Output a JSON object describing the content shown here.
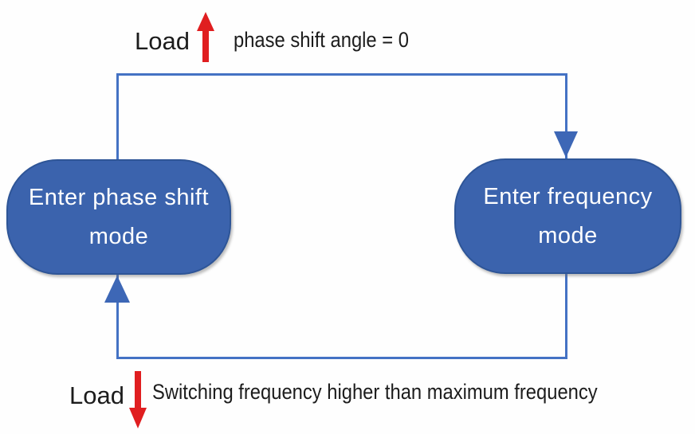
{
  "diagram": {
    "type": "state-transition-loop",
    "nodes": {
      "phase_shift": {
        "label": "Enter phase shift\nmode"
      },
      "frequency": {
        "label": "Enter frequency\nmode"
      }
    },
    "transitions": {
      "top": {
        "from": "phase_shift",
        "to": "frequency",
        "load_label": "Load",
        "load_direction": "up",
        "condition": "phase shift angle = 0"
      },
      "bottom": {
        "from": "frequency",
        "to": "phase_shift",
        "load_label": "Load",
        "load_direction": "down",
        "condition": "Switching frequency higher than maximum frequency"
      }
    },
    "colors": {
      "node_fill": "#3b63ad",
      "node_border": "#2e5597",
      "node_text": "#ffffff",
      "connector": "#4472c4",
      "connector_arrowhead": "#3d67b6",
      "load_arrow": "#e01e20",
      "annotation_text": "#1c1c1c",
      "background": "#fefefe"
    }
  }
}
